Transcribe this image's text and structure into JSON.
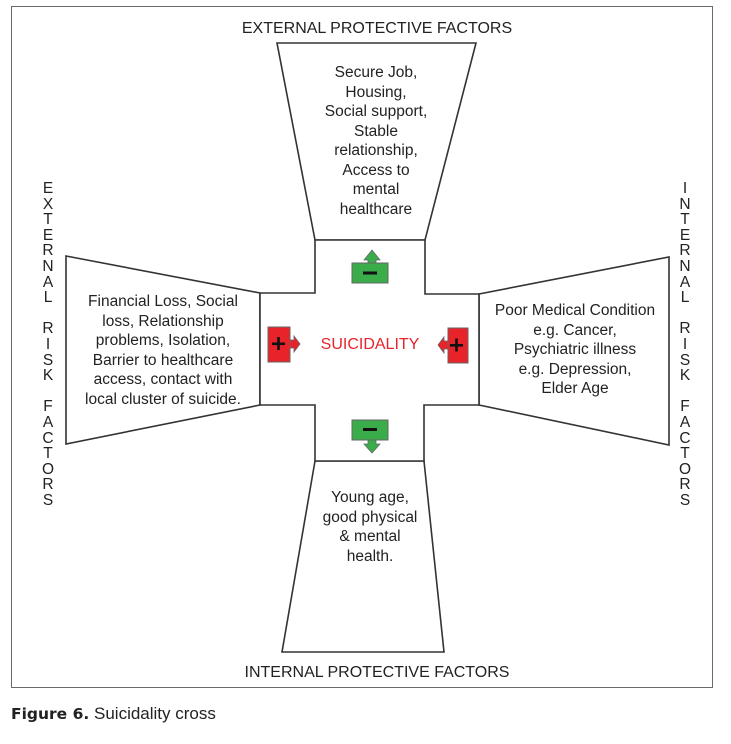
{
  "diagram": {
    "center_label": "SUICIDALITY",
    "top": {
      "heading": "EXTERNAL PROTECTIVE FACTORS",
      "box_lines": [
        "Secure Job,",
        "Housing,",
        "Social support,",
        "Stable",
        "relationship,",
        "Access to",
        "mental",
        "healthcare"
      ],
      "effect": "minus",
      "effect_symbol": "−"
    },
    "bottom": {
      "heading": "INTERNAL PROTECTIVE FACTORS",
      "box_lines": [
        "Young age,",
        "good physical",
        "& mental",
        "health."
      ],
      "effect": "minus",
      "effect_symbol": "−"
    },
    "left": {
      "heading": "EXTERNAL RISK FACTORS",
      "heading_words": [
        "EXTERNAL",
        "RISK",
        "FACTORS"
      ],
      "box_lines": [
        "Financial Loss, Social",
        "loss, Relationship",
        "problems, Isolation,",
        "Barrier to healthcare",
        "access, contact with",
        "local cluster of suicide."
      ],
      "effect": "plus",
      "effect_symbol": "+"
    },
    "right": {
      "heading": "INTERNAL RISK FACTORS",
      "heading_words": [
        "INTERNAL",
        "RISK",
        "FACTORS"
      ],
      "box_lines": [
        "Poor Medical Condition",
        "e.g. Cancer,",
        "Psychiatric illness",
        "e.g. Depression,",
        "Elder Age"
      ],
      "effect": "plus",
      "effect_symbol": "+"
    },
    "colors": {
      "center_text": "#e8232a",
      "plus_fill": "#e8232a",
      "minus_fill": "#3aac4a",
      "outline": "#333333"
    }
  },
  "caption": {
    "label": "Figure 6.",
    "text": "Suicidality cross"
  }
}
